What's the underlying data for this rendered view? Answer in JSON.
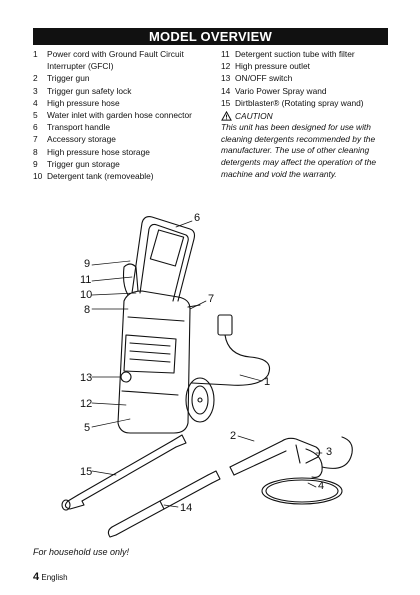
{
  "title": "MODEL OVERVIEW",
  "left_items": [
    {
      "num": "1",
      "text": "Power cord with Ground Fault Circuit Interrupter (GFCI)"
    },
    {
      "num": "2",
      "text": "Trigger gun"
    },
    {
      "num": "3",
      "text": "Trigger gun safety lock"
    },
    {
      "num": "4",
      "text": "High pressure hose"
    },
    {
      "num": "5",
      "text": "Water inlet with garden hose connector"
    },
    {
      "num": "6",
      "text": "Transport handle"
    },
    {
      "num": "7",
      "text": "Accessory storage"
    },
    {
      "num": "8",
      "text": "High pressure hose storage"
    },
    {
      "num": "9",
      "text": "Trigger gun storage"
    },
    {
      "num": "10",
      "text": "Detergent tank (removeable)"
    }
  ],
  "right_items": [
    {
      "num": "11",
      "text": "Detergent suction tube with filter"
    },
    {
      "num": "12",
      "text": "High pressure outlet"
    },
    {
      "num": "13",
      "text": "ON/OFF switch"
    },
    {
      "num": "14",
      "text": "Vario Power Spray wand"
    },
    {
      "num": "15",
      "text": "Dirtblaster® (Rotating spray wand)"
    }
  ],
  "caution": {
    "heading": "CAUTION",
    "text": "This unit has been designed for use with cleaning detergents recommended by the manufacturer. The use of other cleaning detergents may affect the operation of the machine and void the warranty."
  },
  "callouts": [
    "1",
    "2",
    "3",
    "4",
    "5",
    "6",
    "7",
    "8",
    "9",
    "10",
    "11",
    "12",
    "13",
    "14",
    "15"
  ],
  "footer_note": "For household use only!",
  "page_number": "4",
  "page_language": "English"
}
